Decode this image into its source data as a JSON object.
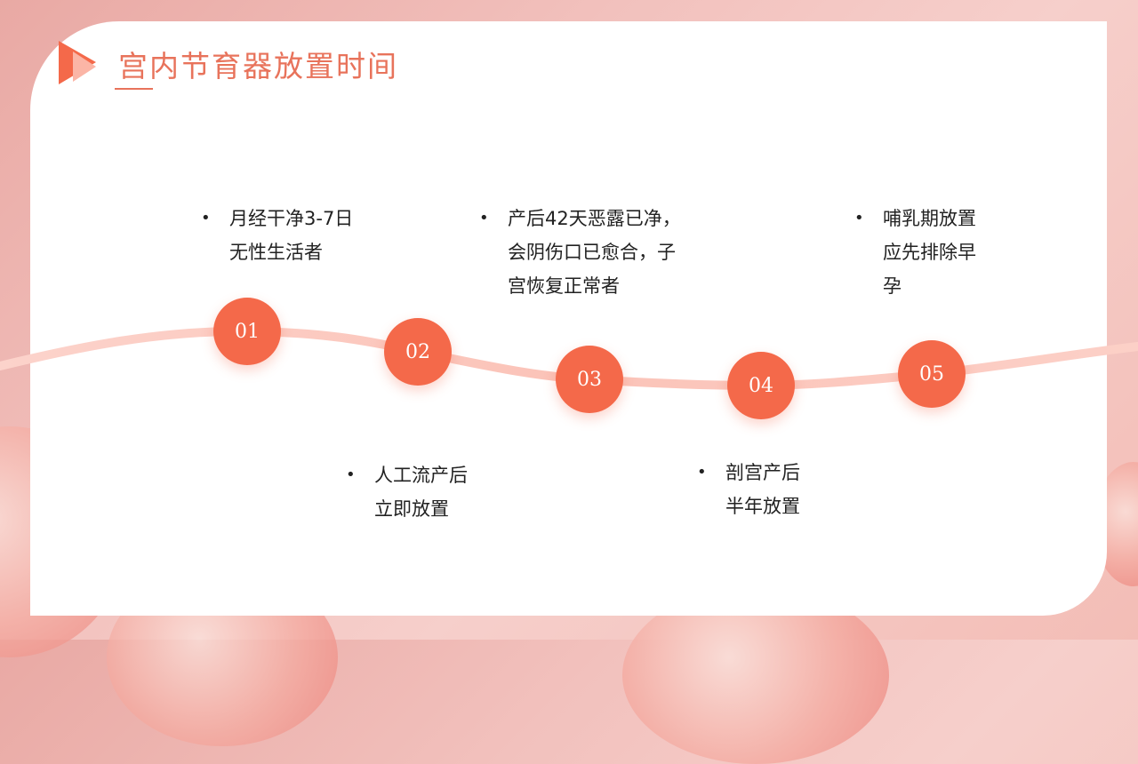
{
  "slide": {
    "title": "宫内节育器放置时间",
    "title_icon": "play-triangle-icon",
    "colors": {
      "accent": "#f4694a",
      "title": "#e8735b",
      "curve": "#fbc9bf",
      "background": "#f2c1bd"
    }
  },
  "timeline": {
    "nodes": [
      {
        "number": "01",
        "lines": [
          "月经干净3-7日",
          "无性生活者"
        ],
        "position": "above"
      },
      {
        "number": "02",
        "lines": [
          "人工流产后",
          "立即放置"
        ],
        "position": "below"
      },
      {
        "number": "03",
        "lines": [
          "产后42天恶露已净，",
          "会阴伤口已愈合，子",
          "宫恢复正常者"
        ],
        "position": "above"
      },
      {
        "number": "04",
        "lines": [
          "剖宫产后",
          "半年放置"
        ],
        "position": "below"
      },
      {
        "number": "05",
        "lines": [
          "哺乳期放置",
          "应先排除早",
          "孕"
        ],
        "position": "above"
      }
    ],
    "bullet_symbol": "•"
  }
}
